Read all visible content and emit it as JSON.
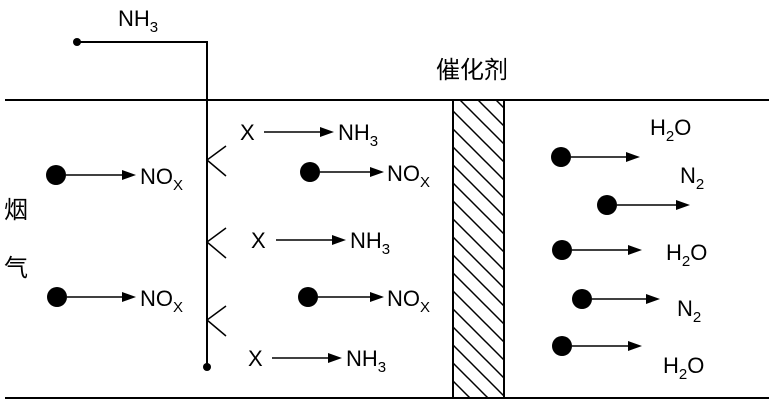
{
  "catalyst_label": "催化剂",
  "flue_gas_label": [
    "烟",
    "气"
  ],
  "ammonia_inlet": {
    "base": "NH",
    "sub": "3"
  },
  "nox": {
    "base": "NO",
    "sub": "X"
  },
  "reductant_x": "X",
  "products": {
    "water": {
      "base": "H",
      "sub": "2",
      "tail": "O"
    },
    "nitrogen": {
      "base": "N",
      "sub": "2"
    }
  },
  "colors": {
    "ink": "#000000",
    "background": "#ffffff"
  }
}
